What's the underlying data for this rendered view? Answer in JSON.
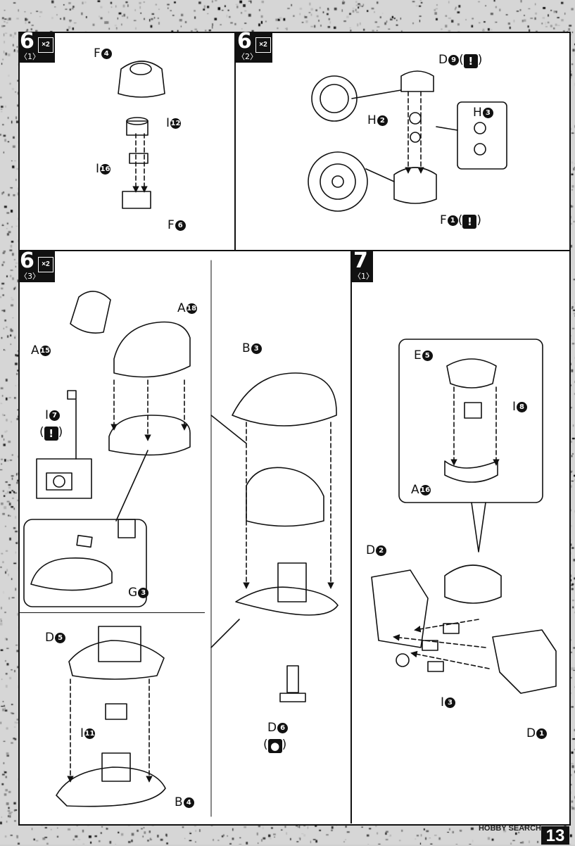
{
  "steps": {
    "s61": {
      "num": "6",
      "sub": "〈1〉",
      "mult": "×2"
    },
    "s62": {
      "num": "6",
      "sub": "〈2〉",
      "mult": "×2"
    },
    "s63": {
      "num": "6",
      "sub": "〈3〉",
      "mult": "×2"
    },
    "s71": {
      "num": "7",
      "sub": "〈1〉"
    }
  },
  "labels": {
    "F4": {
      "letter": "F",
      "n": "4"
    },
    "I12": {
      "letter": "I",
      "n": "12"
    },
    "I16": {
      "letter": "I",
      "n": "16"
    },
    "F6": {
      "letter": "F",
      "n": "6"
    },
    "D9": {
      "letter": "D",
      "n": "9"
    },
    "H2": {
      "letter": "H",
      "n": "2"
    },
    "H3": {
      "letter": "H",
      "n": "3"
    },
    "F1": {
      "letter": "F",
      "n": "1"
    },
    "A18": {
      "letter": "A",
      "n": "18"
    },
    "A15": {
      "letter": "A",
      "n": "15"
    },
    "I7": {
      "letter": "I",
      "n": "7"
    },
    "G3": {
      "letter": "G",
      "n": "3"
    },
    "B3": {
      "letter": "B",
      "n": "3"
    },
    "D5": {
      "letter": "D",
      "n": "5"
    },
    "I11": {
      "letter": "I",
      "n": "11"
    },
    "B4": {
      "letter": "B",
      "n": "4"
    },
    "D6": {
      "letter": "D",
      "n": "6"
    },
    "E5": {
      "letter": "E",
      "n": "5"
    },
    "I8": {
      "letter": "I",
      "n": "8"
    },
    "A16": {
      "letter": "A",
      "n": "16"
    },
    "D2": {
      "letter": "D",
      "n": "2"
    },
    "I3": {
      "letter": "I",
      "n": "3"
    },
    "D1": {
      "letter": "D",
      "n": "1"
    }
  },
  "warning_symbol": "!",
  "page_number": "13",
  "watermark": "HOBBY SEARCH"
}
